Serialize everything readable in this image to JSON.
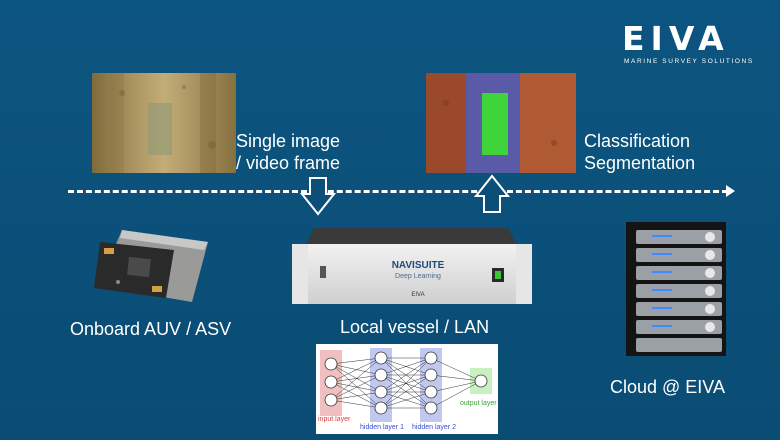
{
  "logo": {
    "brand": "EIVA",
    "tagline": "MARINE SURVEY SOLUTIONS"
  },
  "labels": {
    "single_image_line1": "Single image",
    "single_image_line2": "/ video frame",
    "classification": "Classification",
    "segmentation": "Segmentation",
    "onboard": "Onboard AUV / ASV",
    "local": "Local vessel / LAN",
    "cloud": "Cloud @ EIVA"
  },
  "device": {
    "name": "NAVISUITE",
    "subtitle": "Deep Learning",
    "brand": "EIVA"
  },
  "network": {
    "input_layer": "input layer",
    "hidden_layer_1": "hidden layer 1",
    "hidden_layer_2": "hidden layer 2",
    "output_layer": "output layer"
  },
  "colors": {
    "background": "#0b4f78",
    "text": "#ffffff",
    "segmentation_overlay": "#3fd43a",
    "input_layer_color": "#f0c0c0",
    "hidden_layer_color": "#c0c8f0",
    "output_layer_color": "#c8f0c0"
  },
  "icons": {
    "down_arrow": "hollow-down-arrow",
    "up_arrow": "hollow-up-arrow"
  }
}
